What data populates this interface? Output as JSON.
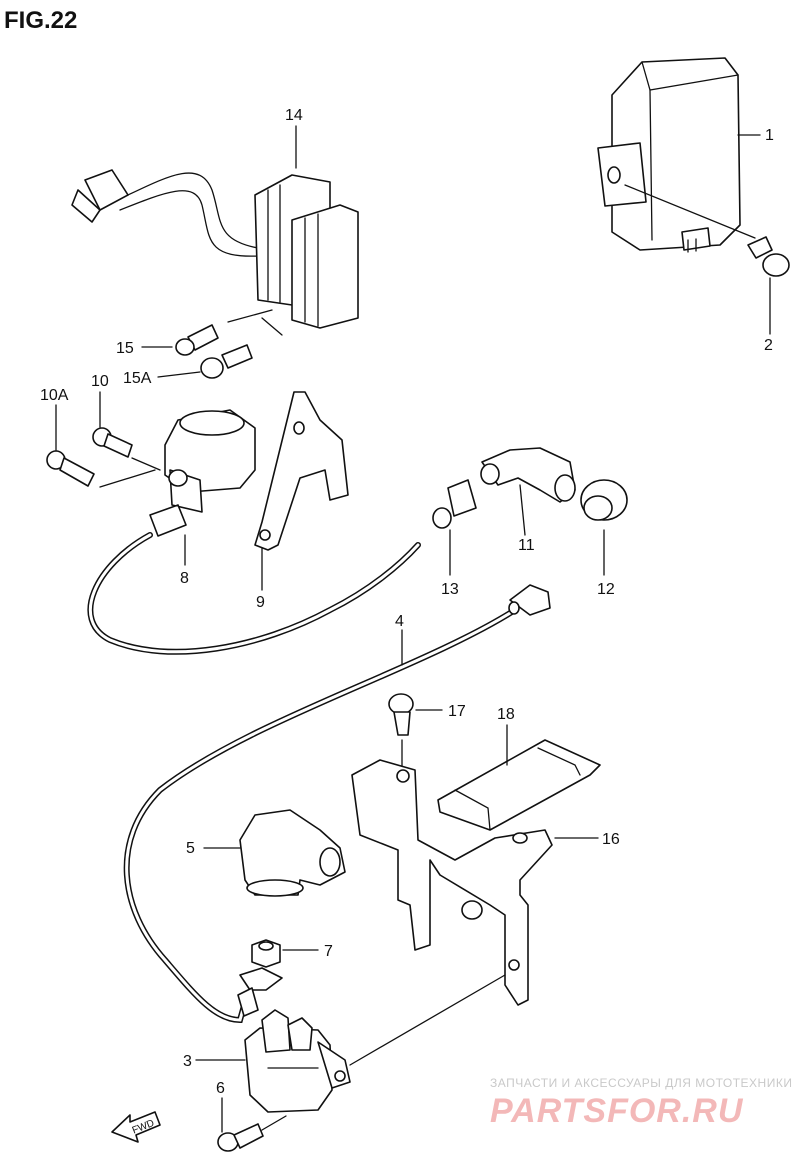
{
  "figure": {
    "title": "FIG.22"
  },
  "callouts": {
    "c1": "1",
    "c2": "2",
    "c3": "3",
    "c4": "4",
    "c5": "5",
    "c6": "6",
    "c7": "7",
    "c8": "8",
    "c9": "9",
    "c10": "10",
    "c10a": "10A",
    "c11": "11",
    "c12": "12",
    "c13": "13",
    "c14": "14",
    "c15": "15",
    "c15a": "15A",
    "c16": "16",
    "c17": "17",
    "c18": "18"
  },
  "direction_marker": {
    "label": "FWD",
    "icon": "forward-arrow-icon"
  },
  "watermark": {
    "tagline": "ЗАПЧАСТИ И АКСЕССУАРЫ ДЛЯ МОТОТЕХНИКИ",
    "logo": "PARTSFOR.RU",
    "color": "#e88a8a"
  }
}
